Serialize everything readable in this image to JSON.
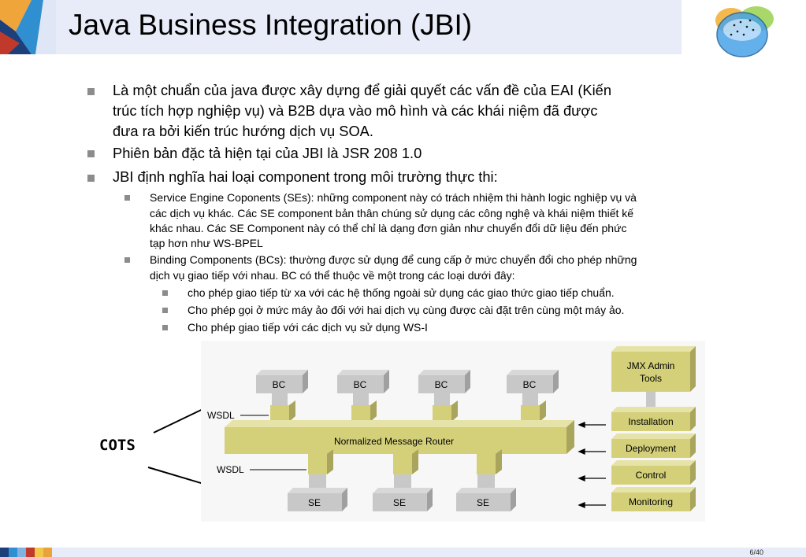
{
  "slide": {
    "title": "Java Business Integration (JBI)",
    "page_number": "6/40"
  },
  "bullets": {
    "l1_a": [
      "Là một chuẩn của java được xây dựng để giải quyết các vấn đề của EAI (Kiến",
      "trúc tích hợp nghiệp vụ) và B2B dựa vào mô hình và các khái niệm đã được",
      "đưa ra bởi kiến trúc hướng dịch vụ SOA."
    ],
    "l1_b": "Phiên bản đặc tả hiện tại của JBI là JSR 208 1.0",
    "l1_c": "JBI định nghĩa hai loại component trong môi trường thực thi:",
    "l2_a": [
      "Service Engine Coponents (SEs): những component này có trách nhiệm thi hành logic nghiệp vụ và",
      "các dịch vụ khác. Các SE component bản thân chúng sử dụng các công nghệ và khái niệm thiết kế",
      "khác nhau. Các SE Component này có thể chỉ là dạng đơn giản như chuyển đổi dữ liệu đến phức",
      "tạp hơn như WS-BPEL"
    ],
    "l2_b": [
      "Binding Components (BCs): thường được sử dụng để cung cấp ở mức chuyển đổi cho phép những",
      "dịch vụ giao tiếp với nhau. BC có thể thuộc về một trong các loại dưới đây:"
    ],
    "l3": [
      "cho phép giao tiếp từ xa với các hệ thống ngoài sử dụng các giao thức giao tiếp chuẩn.",
      "Cho phép gọi ở mức máy ảo đối với hai dịch vụ cùng được cài đặt trên cùng một máy ảo.",
      "Cho phép giao tiếp với các dịch vụ sử dụng WS-I"
    ]
  },
  "diagram": {
    "cots_label": "COTS",
    "bc_labels": [
      "BC",
      "BC",
      "BC",
      "BC"
    ],
    "se_labels": [
      "SE",
      "SE",
      "SE"
    ],
    "wsdl_top": "WSDL",
    "wsdl_bottom": "WSDL",
    "router_label": "Normalized Message Router",
    "jmx_line1": "JMX Admin",
    "jmx_line2": "Tools",
    "admin_boxes": [
      "Installation",
      "Deployment",
      "Control",
      "Monitoring"
    ],
    "box_color": "#d4d07a",
    "box_top_color": "#e6e3a8",
    "box_side_color": "#a9a55c",
    "gray_color": "#c8c8c8"
  },
  "colors": {
    "title_bar": "#e8ecf8",
    "bullet": "#8c8c8c"
  }
}
